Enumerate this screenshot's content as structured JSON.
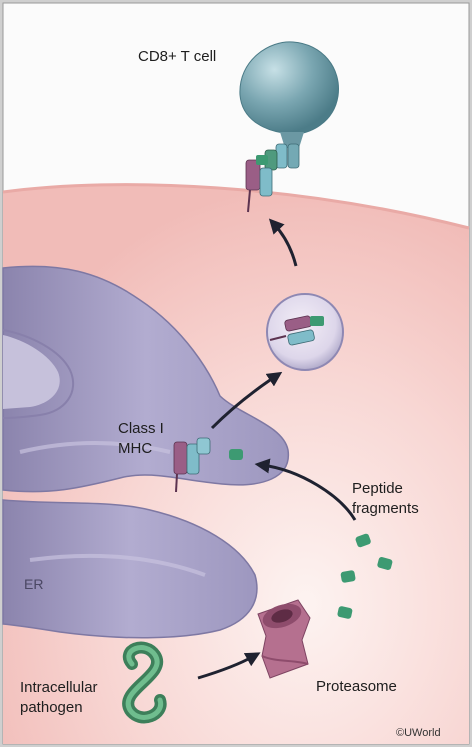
{
  "labels": {
    "t_cell": "CD8+ T cell",
    "class_mhc_line1": "Class I",
    "class_mhc_line2": "MHC",
    "peptide_line1": "Peptide",
    "peptide_line2": "fragments",
    "er": "ER",
    "proteasome": "Proteasome",
    "pathogen_line1": "Intracellular",
    "pathogen_line2": "pathogen",
    "copyright": "©UWorld"
  },
  "colors": {
    "background": "#fbfbfb",
    "cytoplasm": "#f6c9c6",
    "er": "#a9a3c4",
    "t_cell": "#6e9aa6",
    "proteasome": "#b5708f",
    "pathogen": "#4f9a6e",
    "peptide": "#3d9a72",
    "mhc_heavy": "#9a5e86",
    "mhc_beta2m": "#7fbcc9",
    "arrow": "#1f2230"
  }
}
